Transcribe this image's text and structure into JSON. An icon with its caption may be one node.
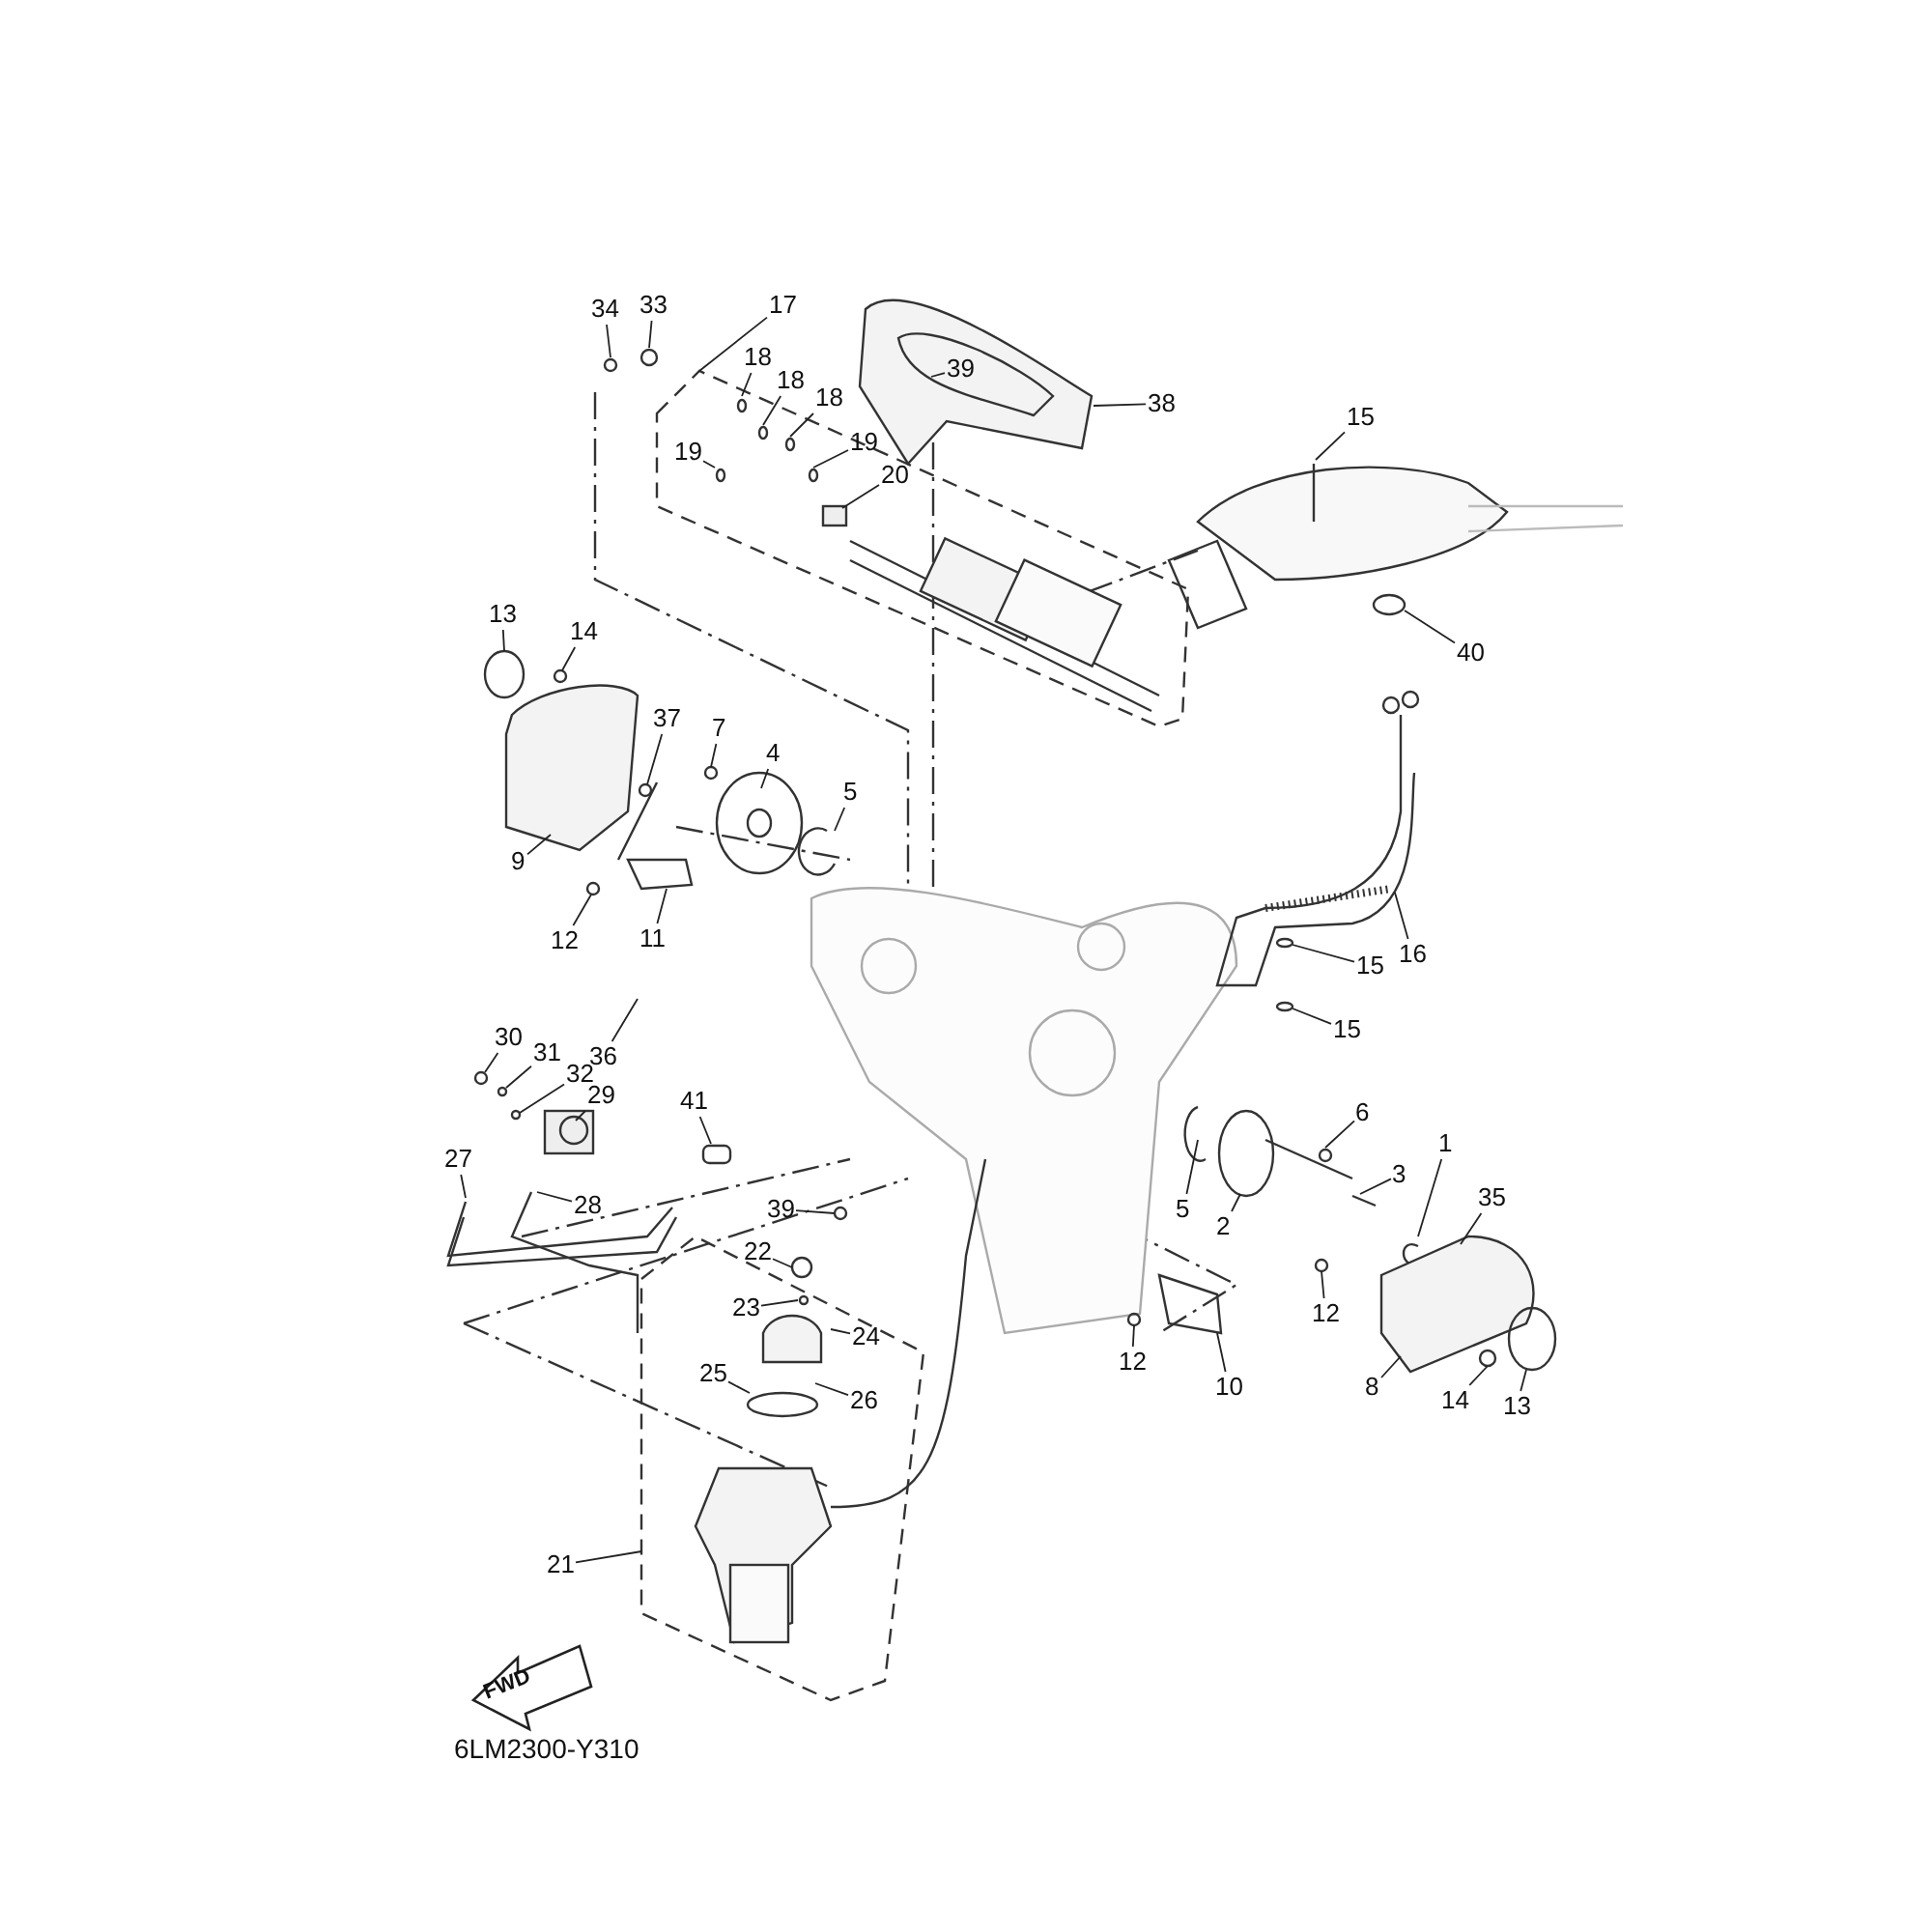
{
  "diagram": {
    "nodes": [
      {
        "text": [
          "39"
        ]
      },
      {
        "text": [
          "34"
        ]
      },
      {
        "text": [
          "33"
        ]
      },
      {
        "text": [
          "17"
        ]
      },
      {
        "text": [
          "19"
        ]
      },
      {
        "text": [
          "18"
        ]
      },
      {
        "text": [
          "18"
        ]
      },
      {
        "text": [
          "18"
        ]
      },
      {
        "text": [
          "19"
        ]
      },
      {
        "text": [
          "20"
        ]
      },
      {
        "text": [
          "38"
        ]
      },
      {
        "text": [
          "15"
        ]
      },
      {
        "text": [
          "40"
        ]
      },
      {
        "text": [
          "13"
        ]
      },
      {
        "text": [
          "14"
        ]
      },
      {
        "text": [
          "37"
        ]
      },
      {
        "text": [
          "7"
        ]
      },
      {
        "text": [
          "4"
        ]
      },
      {
        "text": [
          "5"
        ]
      },
      {
        "text": [
          "9"
        ]
      },
      {
        "text": [
          "12"
        ]
      },
      {
        "text": [
          "11"
        ]
      },
      {
        "text": [
          "16"
        ]
      },
      {
        "text": [
          "15"
        ]
      },
      {
        "text": [
          "15"
        ]
      },
      {
        "text": [
          "36"
        ]
      },
      {
        "text": [
          "30"
        ]
      },
      {
        "text": [
          "31"
        ]
      },
      {
        "text": [
          "32"
        ]
      },
      {
        "text": [
          "29"
        ]
      },
      {
        "text": [
          "27"
        ]
      },
      {
        "text": [
          "28"
        ]
      },
      {
        "text": [
          "41"
        ]
      },
      {
        "text": [
          "39"
        ]
      },
      {
        "text": [
          "22"
        ]
      },
      {
        "text": [
          "23"
        ]
      },
      {
        "text": [
          "24"
        ]
      },
      {
        "text": [
          "25"
        ]
      },
      {
        "text": [
          "26"
        ]
      },
      {
        "text": [
          "21"
        ]
      },
      {
        "text": [
          "5"
        ]
      },
      {
        "text": [
          "2"
        ]
      },
      {
        "text": [
          "6"
        ]
      },
      {
        "text": [
          "3"
        ]
      },
      {
        "text": [
          "1"
        ]
      },
      {
        "text": [
          "35"
        ]
      },
      {
        "text": [
          "12"
        ]
      },
      {
        "text": [
          "12"
        ]
      },
      {
        "text": [
          "10"
        ]
      },
      {
        "text": [
          "8"
        ]
      },
      {
        "text": [
          "14"
        ]
      },
      {
        "text": [
          "13"
        ]
      }
    ],
    "edges": [
      {
        "from": 0,
        "to": null,
        "arrow": "none"
      },
      {
        "from": 1,
        "to": null,
        "arrow": "none"
      },
      {
        "from": 2,
        "to": null,
        "arrow": "none"
      },
      {
        "from": 3,
        "to": null,
        "arrow": "none"
      },
      {
        "from": 4,
        "to": null,
        "arrow": "none"
      },
      {
        "from": 5,
        "to": null,
        "arrow": "none"
      },
      {
        "from": 6,
        "to": null,
        "arrow": "none"
      },
      {
        "from": 7,
        "to": null,
        "arrow": "none"
      },
      {
        "from": 8,
        "to": null,
        "arrow": "none"
      },
      {
        "from": 9,
        "to": null,
        "arrow": "none"
      },
      {
        "from": 10,
        "to": null,
        "arrow": "none"
      },
      {
        "from": 11,
        "to": null,
        "arrow": "none"
      },
      {
        "from": 12,
        "to": null,
        "arrow": "none"
      },
      {
        "from": 13,
        "to": null,
        "arrow": "none"
      },
      {
        "from": 14,
        "to": null,
        "arrow": "none"
      },
      {
        "from": 15,
        "to": null,
        "arrow": "none"
      },
      {
        "from": 16,
        "to": null,
        "arrow": "none"
      },
      {
        "from": 17,
        "to": null,
        "arrow": "none"
      },
      {
        "from": 18,
        "to": null,
        "arrow": "none"
      },
      {
        "from": 19,
        "to": null,
        "arrow": "none"
      },
      {
        "from": 20,
        "to": null,
        "arrow": "none"
      },
      {
        "from": 21,
        "to": null,
        "arrow": "none"
      },
      {
        "from": 22,
        "to": null,
        "arrow": "none"
      },
      {
        "from": 23,
        "to": null,
        "arrow": "none"
      },
      {
        "from": 24,
        "to": null,
        "arrow": "none"
      },
      {
        "from": 25,
        "to": null,
        "arrow": "none"
      },
      {
        "from": 26,
        "to": null,
        "arrow": "none"
      },
      {
        "from": 27,
        "to": null,
        "arrow": "none"
      },
      {
        "from": 28,
        "to": null,
        "arrow": "none"
      },
      {
        "from": 29,
        "to": null,
        "arrow": "none"
      },
      {
        "from": 30,
        "to": null,
        "arrow": "none"
      },
      {
        "from": 31,
        "to": null,
        "arrow": "none"
      },
      {
        "from": 32,
        "to": null,
        "arrow": "none"
      },
      {
        "from": 33,
        "to": null,
        "arrow": "none"
      },
      {
        "from": 34,
        "to": null,
        "arrow": "none"
      },
      {
        "from": 35,
        "to": null,
        "arrow": "none"
      },
      {
        "from": 36,
        "to": null,
        "arrow": "none"
      },
      {
        "from": 37,
        "to": null,
        "arrow": "none"
      },
      {
        "from": 38,
        "to": null,
        "arrow": "none"
      },
      {
        "from": 39,
        "to": null,
        "arrow": "none"
      },
      {
        "from": 40,
        "to": null,
        "arrow": "none"
      },
      {
        "from": 41,
        "to": null,
        "arrow": "none"
      },
      {
        "from": 42,
        "to": null,
        "arrow": "none"
      },
      {
        "from": 43,
        "to": null,
        "arrow": "none"
      },
      {
        "from": 44,
        "to": null,
        "arrow": "none"
      },
      {
        "from": 45,
        "to": null,
        "arrow": "none"
      },
      {
        "from": 46,
        "to": null,
        "arrow": "none"
      },
      {
        "from": 47,
        "to": null,
        "arrow": "none"
      },
      {
        "from": 48,
        "to": null,
        "arrow": "none"
      },
      {
        "from": 49,
        "to": null,
        "arrow": "none"
      },
      {
        "from": 50,
        "to": null,
        "arrow": "none"
      },
      {
        "from": 51,
        "to": null,
        "arrow": "none"
      }
    ],
    "labels": [
      "FWD",
      "6LM2300-Y310"
    ]
  }
}
